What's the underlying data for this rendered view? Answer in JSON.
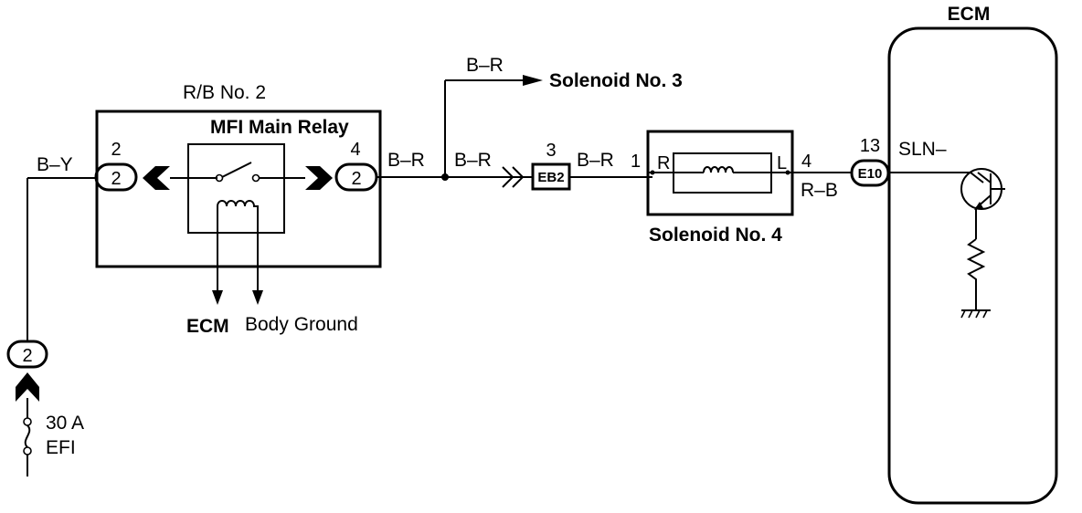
{
  "diagram": {
    "wires": {
      "by": "B–Y",
      "br_out": "B–R",
      "br_mid": "B–R",
      "br_branch": "B–R",
      "br_sol4": "B–R",
      "rb": "R–B"
    },
    "relay_block": {
      "title": "R/B No. 2",
      "relay_name": "MFI Main Relay",
      "left_pin_number": "2",
      "left_connector": "2",
      "right_pin_number": "4",
      "right_connector": "2"
    },
    "relay_outputs": {
      "ecm": "ECM",
      "body_ground": "Body Ground"
    },
    "solenoid3": {
      "label": "Solenoid No. 3"
    },
    "eb2": {
      "pin": "3",
      "label": "EB2"
    },
    "solenoid4": {
      "label": "Solenoid No. 4",
      "pin_in": "1",
      "pin_out": "4",
      "terminal_r": "R",
      "terminal_l": "L"
    },
    "e10": {
      "pin": "13",
      "label": "E10"
    },
    "ecm": {
      "title": "ECM",
      "terminal": "SLN–"
    },
    "fuse": {
      "connector": "2",
      "rating": "30 A",
      "name": "EFI"
    }
  }
}
